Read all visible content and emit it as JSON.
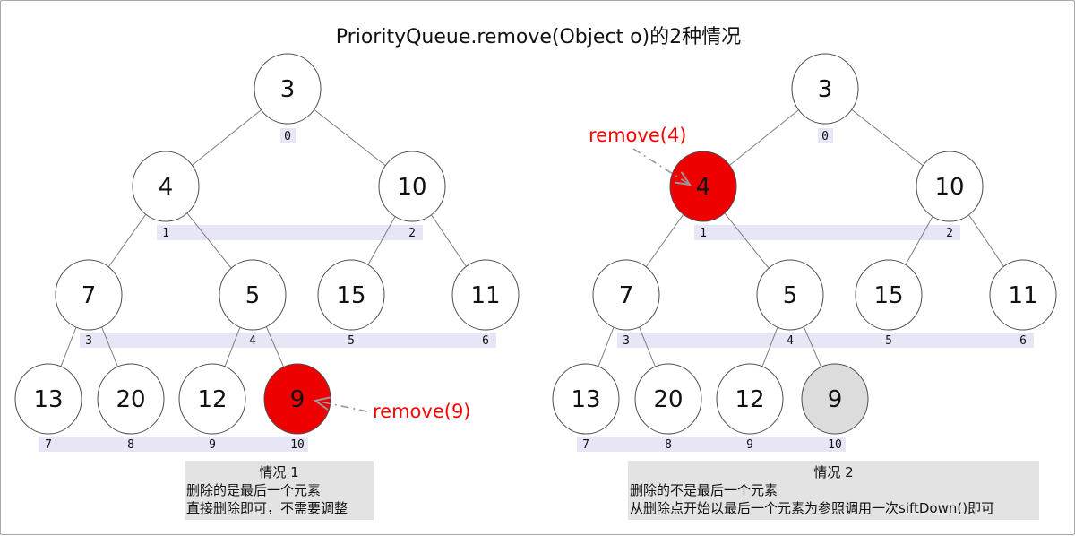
{
  "title": "PriorityQueue.remove(Object o)的2种情况",
  "chart_data": {
    "type": "binary-heap-tree-pair",
    "heap_values": [
      3,
      4,
      10,
      7,
      5,
      15,
      11,
      13,
      20,
      12,
      9
    ],
    "heap_indices": [
      0,
      1,
      2,
      3,
      4,
      5,
      6,
      7,
      8,
      9,
      10
    ],
    "edges": [
      [
        0,
        1
      ],
      [
        0,
        2
      ],
      [
        1,
        3
      ],
      [
        1,
        4
      ],
      [
        2,
        5
      ],
      [
        2,
        6
      ],
      [
        3,
        7
      ],
      [
        3,
        8
      ],
      [
        4,
        9
      ],
      [
        4,
        10
      ]
    ],
    "panels": [
      {
        "id": "case-1",
        "annotation_label": "remove(9)",
        "removed_node_index": 10,
        "removed_node_value": 9,
        "gray_node_index": null,
        "caption": {
          "title": "情况 1",
          "lines": [
            "删除的是最后一个元素",
            "直接删除即可，不需要调整"
          ]
        }
      },
      {
        "id": "case-2",
        "annotation_label": "remove(4)",
        "removed_node_index": 1,
        "removed_node_value": 4,
        "gray_node_index": 10,
        "caption": {
          "title": "情况 2",
          "lines": [
            "删除的不是最后一个元素",
            "从删除点开始以最后一个元素为参照调用一次siftDown()即可"
          ]
        }
      }
    ]
  },
  "colors": {
    "node_fill": "#ffffff",
    "node_stroke": "#4d4d4d",
    "edge_stroke": "#7d7d7d",
    "removed_fill": "#ee0000",
    "ghost_fill": "#dcdcdc",
    "index_band": "#e6e6f7",
    "annotation_text": "#ff0000",
    "arrow": "#999999",
    "caption_bg": "#e3e3e3",
    "border": "#a8a8a8"
  }
}
